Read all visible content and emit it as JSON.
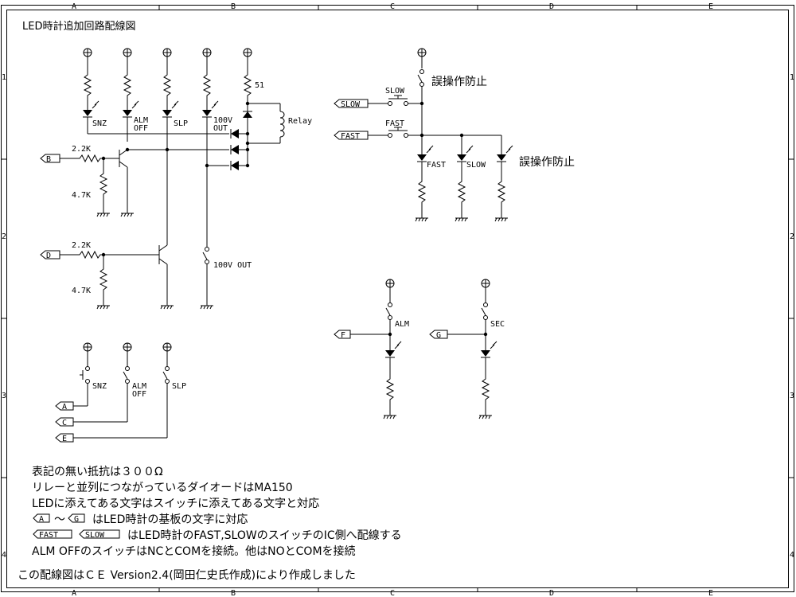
{
  "title": "LED時計追加回路配線図",
  "border": {
    "cols": [
      "A",
      "B",
      "C",
      "D",
      "E"
    ],
    "rows": [
      "1",
      "2",
      "3",
      "4"
    ]
  },
  "labels": {
    "r_value": "2.2K",
    "r_pull": "4.7K",
    "r_led": "51",
    "relay": "Relay",
    "led_snz": "SNZ",
    "led_alm": "ALM",
    "led_off": "OFF",
    "led_slp": "SLP",
    "out_100v": "100V",
    "out_word": "OUT",
    "out_100v_full": "100V OUT",
    "sw_slow": "SLOW",
    "sw_fast": "FAST",
    "guard1": "誤操作防止",
    "guard2": "誤操作防止",
    "led_fast": "FAST",
    "led_slow": "SLOW",
    "alm": "ALM",
    "sec": "SEC",
    "sw_snz": "SNZ",
    "sw_alm": "ALM",
    "sw_off": "OFF",
    "sw_slp": "SLP"
  },
  "connectors": {
    "B": "B",
    "D": "D",
    "F": "F",
    "G": "G",
    "A": "A",
    "C": "C",
    "E": "E",
    "SLOW": "SLOW",
    "FAST": "FAST"
  },
  "notes": {
    "n1": "表記の無い抵抗は３００Ω",
    "n2": "リレーと並列につながっているダイオードはMA150",
    "n3": "LEDに添えてある文字はスイッチに添えてある文字と対応",
    "n4a": "A",
    "n4b": "～",
    "n4c": "G",
    "n4d": "はLED時計の基板の文字に対応",
    "n5a": "FAST",
    "n5b": "SLOW",
    "n5c": "はLED時計のFAST,SLOWのスイッチのIC側へ配線する",
    "n6": "ALM OFFのスイッチはNCとCOMを接続。他はNOとCOMを接続",
    "footer": "この配線図はＣＥ Version2.4(岡田仁史氏作成)により作成しました"
  }
}
